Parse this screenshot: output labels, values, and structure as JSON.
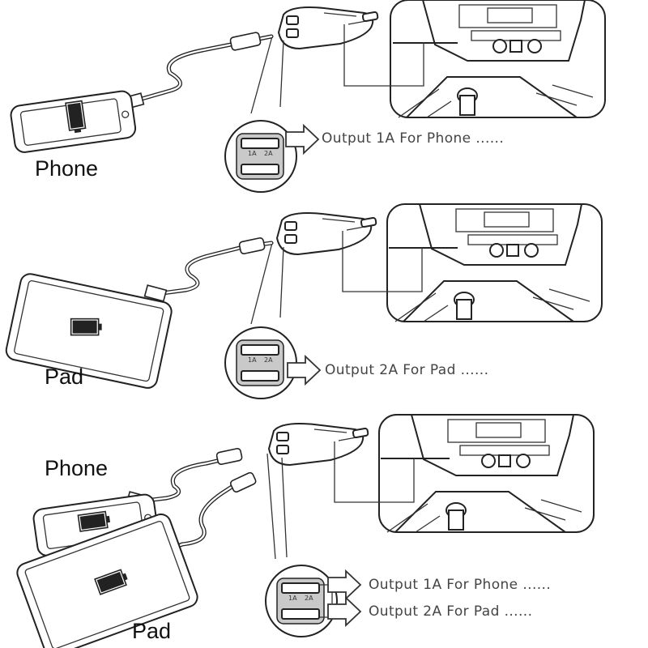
{
  "panels": [
    {
      "device_labels": [
        "Phone"
      ],
      "outputs": [
        "Output 1A For Phone ......"
      ],
      "port_labels": [
        "1A",
        "2A"
      ]
    },
    {
      "device_labels": [
        "Pad"
      ],
      "outputs": [
        "Output 2A For Pad ......"
      ],
      "port_labels": [
        "1A",
        "2A"
      ]
    },
    {
      "device_labels": [
        "Phone",
        "Pad"
      ],
      "outputs": [
        "Output 1A For Phone ......",
        "Output 2A For Pad ......"
      ],
      "port_labels": [
        "1A",
        "2A"
      ]
    }
  ],
  "icons": [
    "car-charger-icon",
    "car-dashboard-icon",
    "phone-icon",
    "tablet-icon",
    "usb-cable-icon",
    "arrow-icon",
    "battery-icon"
  ]
}
